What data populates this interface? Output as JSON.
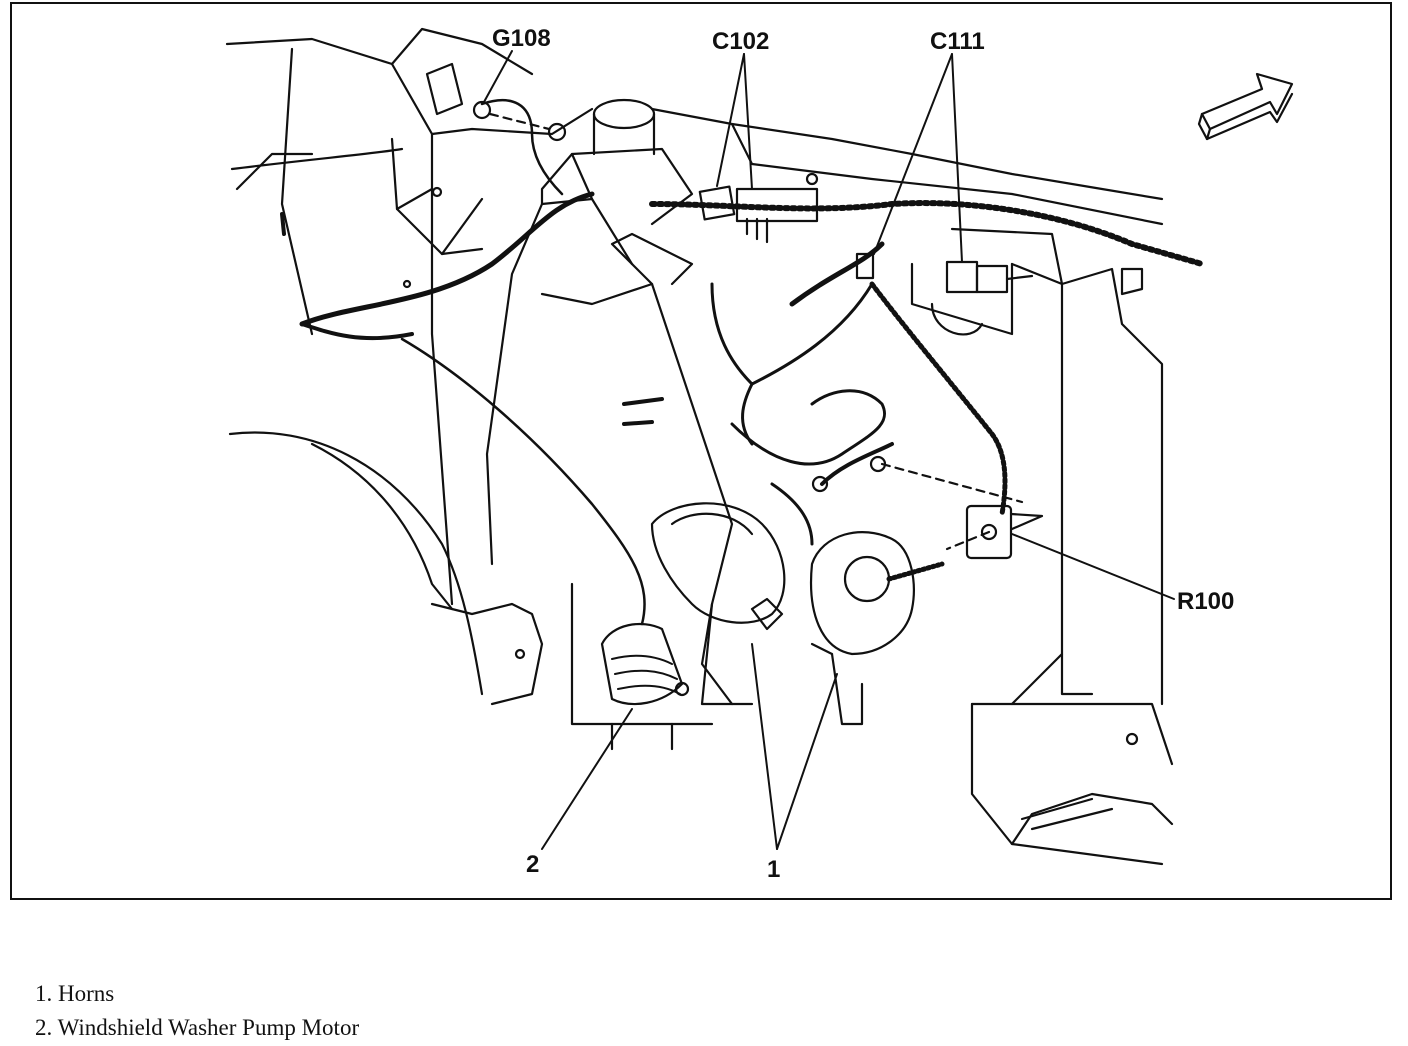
{
  "callouts": {
    "g108": "G108",
    "c102": "C102",
    "c111": "C111",
    "r100": "R100",
    "num1": "1",
    "num2": "2"
  },
  "legend": [
    "1. Horns",
    "2. Windshield Washer Pump Motor"
  ]
}
